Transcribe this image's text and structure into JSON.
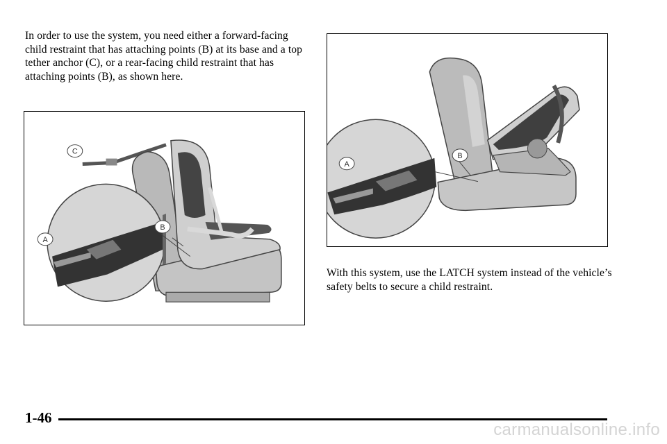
{
  "left_column": {
    "paragraph": "In order to use the system, you need either a forward-facing child restraint that has attaching points (B) at its base and a top tether anchor (C), or a rear-facing child restraint that has attaching points (B), as shown here."
  },
  "right_column": {
    "paragraph": "With this system, use the LATCH system instead of the vehicle’s safety belts to secure a child restraint."
  },
  "figures": {
    "forward_facing": {
      "callouts": [
        "A",
        "B",
        "C"
      ]
    },
    "rear_facing": {
      "callouts": [
        "A",
        "B"
      ]
    }
  },
  "footer": {
    "page_number": "1-46",
    "watermark": "carmanualsonline.info"
  }
}
